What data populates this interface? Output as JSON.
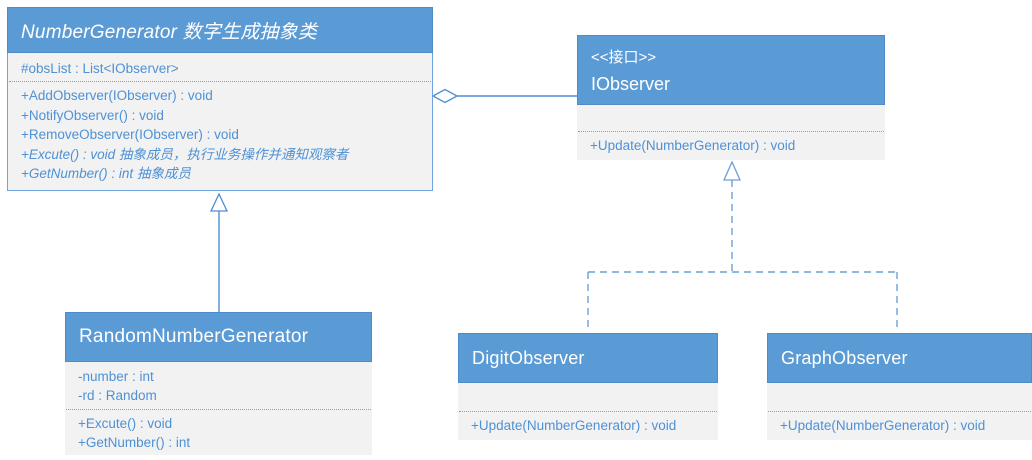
{
  "colors": {
    "header-fill": "#5b9bd5",
    "body-fill": "#f2f2f2",
    "text-color": "#4e91d5",
    "connector-color": "#4f8ed2",
    "dashed-color": "#6e9fd6"
  },
  "classes": {
    "number_generator": {
      "name": "NumberGenerator 数字生成抽象类",
      "fields": [
        "#obsList : List<IObserver>"
      ],
      "methods": [
        "+AddObserver(IObserver) : void",
        "+NotifyObserver() : void",
        "+RemoveObserver(IObserver) : void",
        "+Excute() : void 抽象成员，执行业务操作并通知观察者",
        "+GetNumber() : int 抽象成员"
      ]
    },
    "iobserver": {
      "stereotype": "<<接口>>",
      "name": "IObserver",
      "methods": [
        "+Update(NumberGenerator) : void"
      ]
    },
    "random_number_generator": {
      "name": "RandomNumberGenerator",
      "fields": [
        "-number : int",
        "-rd : Random"
      ],
      "methods": [
        "+Excute() : void",
        "+GetNumber() : int"
      ]
    },
    "digit_observer": {
      "name": "DigitObserver",
      "methods": [
        "+Update(NumberGenerator) : void"
      ]
    },
    "graph_observer": {
      "name": "GraphObserver",
      "methods": [
        "+Update(NumberGenerator) : void"
      ]
    }
  },
  "connectors": [
    {
      "type": "aggregation",
      "from": "IObserver",
      "to": "NumberGenerator",
      "line": "solid",
      "marker": "open-diamond"
    },
    {
      "type": "inheritance",
      "from": "RandomNumberGenerator",
      "to": "NumberGenerator",
      "line": "solid",
      "marker": "open-triangle"
    },
    {
      "type": "realization",
      "from": "DigitObserver",
      "to": "IObserver",
      "line": "dashed",
      "marker": "open-triangle"
    },
    {
      "type": "realization",
      "from": "GraphObserver",
      "to": "IObserver",
      "line": "dashed",
      "marker": "open-triangle"
    }
  ]
}
